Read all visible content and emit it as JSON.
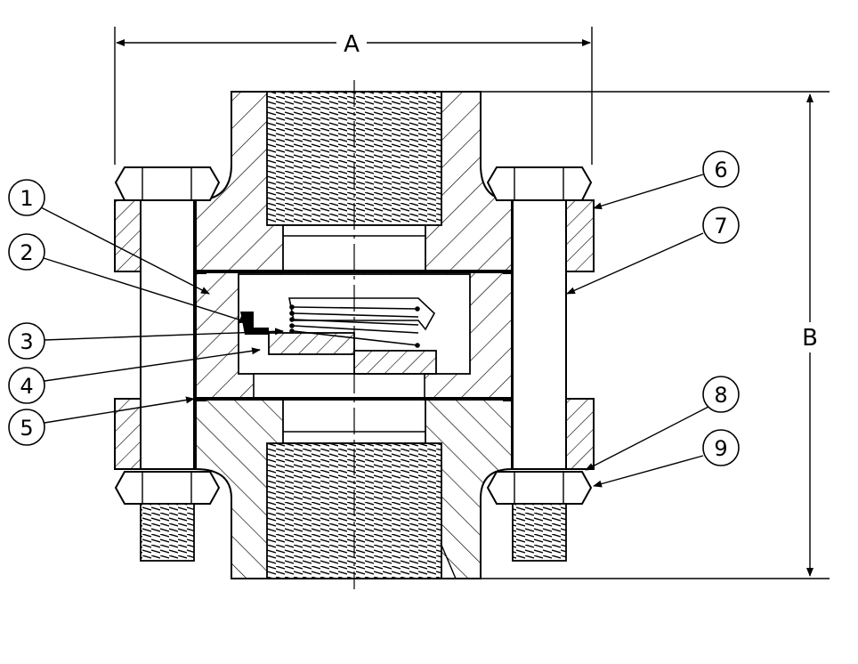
{
  "dimensions": {
    "width_label": "A",
    "height_label": "B"
  },
  "callouts": [
    {
      "id": "callout-1",
      "number": "1"
    },
    {
      "id": "callout-2",
      "number": "2"
    },
    {
      "id": "callout-3",
      "number": "3"
    },
    {
      "id": "callout-4",
      "number": "4"
    },
    {
      "id": "callout-5",
      "number": "5"
    },
    {
      "id": "callout-6",
      "number": "6"
    },
    {
      "id": "callout-7",
      "number": "7"
    },
    {
      "id": "callout-8",
      "number": "8"
    },
    {
      "id": "callout-9",
      "number": "9"
    }
  ],
  "colors": {
    "line": "#000000",
    "background": "#ffffff"
  }
}
